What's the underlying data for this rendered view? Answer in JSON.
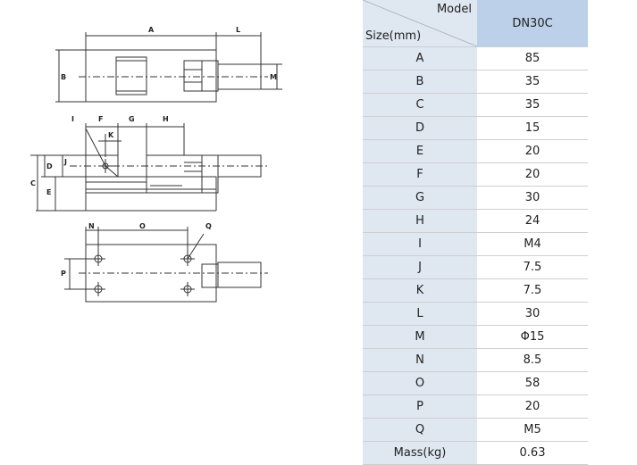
{
  "drawing": {
    "labels": {
      "A": "A",
      "L": "L",
      "B": "B",
      "M": "M",
      "I": "I",
      "F": "F",
      "G": "G",
      "H": "H",
      "K": "K",
      "J": "J",
      "D": "D",
      "C": "C",
      "E": "E",
      "N": "N",
      "O": "O",
      "Q": "Q",
      "P": "P"
    }
  },
  "table": {
    "header": {
      "model_label": "Model",
      "size_label": "Size(mm)",
      "model_value": "DN30C"
    },
    "rows": [
      {
        "label": "A",
        "value": "85"
      },
      {
        "label": "B",
        "value": "35"
      },
      {
        "label": "C",
        "value": "35"
      },
      {
        "label": "D",
        "value": "15"
      },
      {
        "label": "E",
        "value": "20"
      },
      {
        "label": "F",
        "value": "20"
      },
      {
        "label": "G",
        "value": "30"
      },
      {
        "label": "H",
        "value": "24"
      },
      {
        "label": "I",
        "value": "M4"
      },
      {
        "label": "J",
        "value": "7.5"
      },
      {
        "label": "K",
        "value": "7.5"
      },
      {
        "label": "L",
        "value": "30"
      },
      {
        "label": "M",
        "value": "Φ15"
      },
      {
        "label": "N",
        "value": "8.5"
      },
      {
        "label": "O",
        "value": "58"
      },
      {
        "label": "P",
        "value": "20"
      },
      {
        "label": "Q",
        "value": "M5"
      },
      {
        "label": "Mass(kg)",
        "value": "0.63"
      }
    ]
  }
}
